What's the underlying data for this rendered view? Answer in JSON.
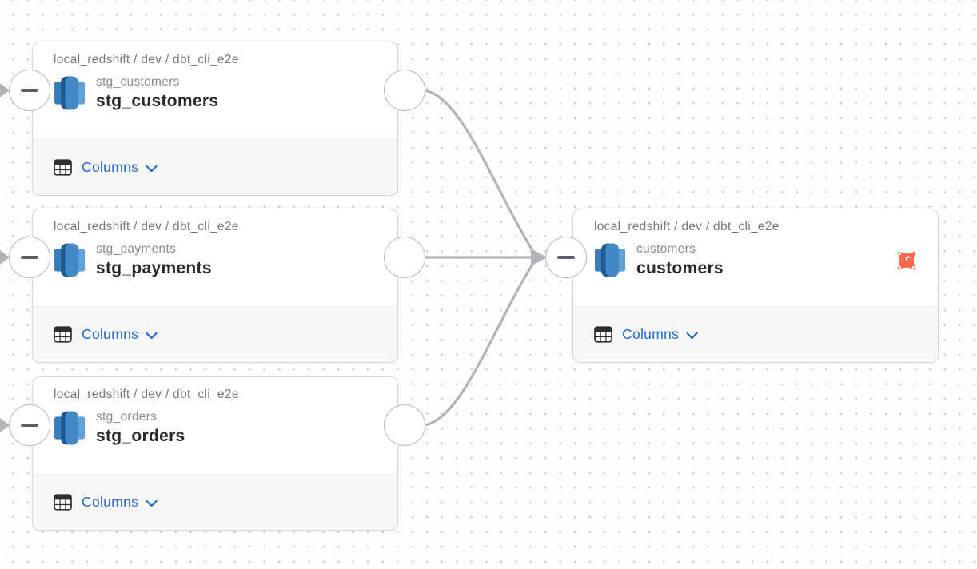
{
  "nodes": [
    {
      "breadcrumb": "local_redshift / dev / dbt_cli_e2e",
      "subtitle": "stg_customers",
      "title": "stg_customers",
      "columns_label": "Columns"
    },
    {
      "breadcrumb": "local_redshift / dev / dbt_cli_e2e",
      "subtitle": "stg_payments",
      "title": "stg_payments",
      "columns_label": "Columns"
    },
    {
      "breadcrumb": "local_redshift / dev / dbt_cli_e2e",
      "subtitle": "stg_orders",
      "title": "stg_orders",
      "columns_label": "Columns"
    },
    {
      "breadcrumb": "local_redshift / dev / dbt_cli_e2e",
      "subtitle": "customers",
      "title": "customers",
      "columns_label": "Columns",
      "badge_icon": "dbt-icon"
    }
  ],
  "edges": [
    {
      "from": "stg_customers",
      "to": "customers"
    },
    {
      "from": "stg_payments",
      "to": "customers"
    },
    {
      "from": "stg_orders",
      "to": "customers"
    }
  ],
  "icons": {
    "node_type_icon": "redshift-table-icon",
    "columns_icon": "table-grid-icon",
    "expand_icon": "chevron-down-icon",
    "collapse_icon": "minus-icon",
    "badge_icon": "dbt-icon"
  },
  "colors": {
    "link_blue": "#2268cf",
    "edge_gray": "#b4b4b8",
    "dbt_orange": "#ff6849",
    "redshift_dark": "#1d5a93",
    "redshift_mid": "#4289c6",
    "redshift_light": "#60a2d8",
    "title_text": "#29292d",
    "muted_text": "#8a8a90",
    "card_border": "#d7d7da",
    "footer_bg": "#f7f7f8"
  }
}
